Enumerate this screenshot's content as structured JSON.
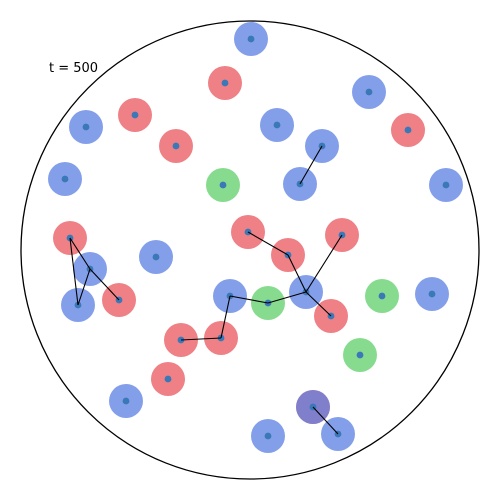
{
  "time_label": "t = 500",
  "colors": {
    "boundary": "#000000",
    "bond": "#000000",
    "center_dot": "#3a78b8",
    "red": "#e8565e",
    "blue": "#5b7fe3",
    "green": "#5fcf6a"
  },
  "particle_alpha": 0.75,
  "particles": [
    {
      "id": "p1",
      "species": "blue"
    },
    {
      "id": "p2",
      "species": "red"
    },
    {
      "id": "p3",
      "species": "blue"
    },
    {
      "id": "p4",
      "species": "red"
    },
    {
      "id": "p5",
      "species": "blue"
    },
    {
      "id": "p6",
      "species": "red"
    },
    {
      "id": "p7",
      "species": "blue"
    },
    {
      "id": "p8",
      "species": "red"
    },
    {
      "id": "p9",
      "species": "blue"
    },
    {
      "id": "p10",
      "species": "green"
    },
    {
      "id": "p11",
      "species": "blue"
    },
    {
      "id": "p12",
      "species": "blue"
    },
    {
      "id": "p13",
      "species": "blue"
    },
    {
      "id": "p14",
      "species": "red"
    },
    {
      "id": "p15",
      "species": "red"
    },
    {
      "id": "p16",
      "species": "red"
    },
    {
      "id": "p17",
      "species": "blue"
    },
    {
      "id": "p18",
      "species": "red"
    },
    {
      "id": "p19",
      "species": "blue"
    },
    {
      "id": "p20",
      "species": "red"
    },
    {
      "id": "p21",
      "species": "blue"
    },
    {
      "id": "p22",
      "species": "green"
    },
    {
      "id": "p23",
      "species": "blue"
    },
    {
      "id": "p24",
      "species": "red"
    },
    {
      "id": "p25",
      "species": "blue"
    },
    {
      "id": "p26",
      "species": "green"
    },
    {
      "id": "p27",
      "species": "red"
    },
    {
      "id": "p28",
      "species": "blue"
    },
    {
      "id": "p29",
      "species": "blue"
    },
    {
      "id": "p30",
      "species": "red"
    },
    {
      "id": "p31",
      "species": "green"
    },
    {
      "id": "p32",
      "species": "red"
    },
    {
      "id": "p33",
      "species": "red"
    },
    {
      "id": "p34",
      "species": "blue"
    },
    {
      "id": "p35",
      "species": "blue"
    },
    {
      "id": "p36",
      "species": "blue"
    }
  ],
  "bonds": [
    [
      "p12",
      "p13"
    ],
    [
      "p14",
      "p15"
    ],
    [
      "p15",
      "p17"
    ],
    [
      "p17",
      "p22"
    ],
    [
      "p17",
      "p18"
    ],
    [
      "p17",
      "p20"
    ],
    [
      "p16",
      "p19"
    ],
    [
      "p16",
      "p21"
    ],
    [
      "p19",
      "p21"
    ],
    [
      "p19",
      "p24"
    ],
    [
      "p22",
      "p23"
    ],
    [
      "p23",
      "p27"
    ],
    [
      "p27",
      "p30"
    ],
    [
      "p35",
      "p34"
    ]
  ]
}
